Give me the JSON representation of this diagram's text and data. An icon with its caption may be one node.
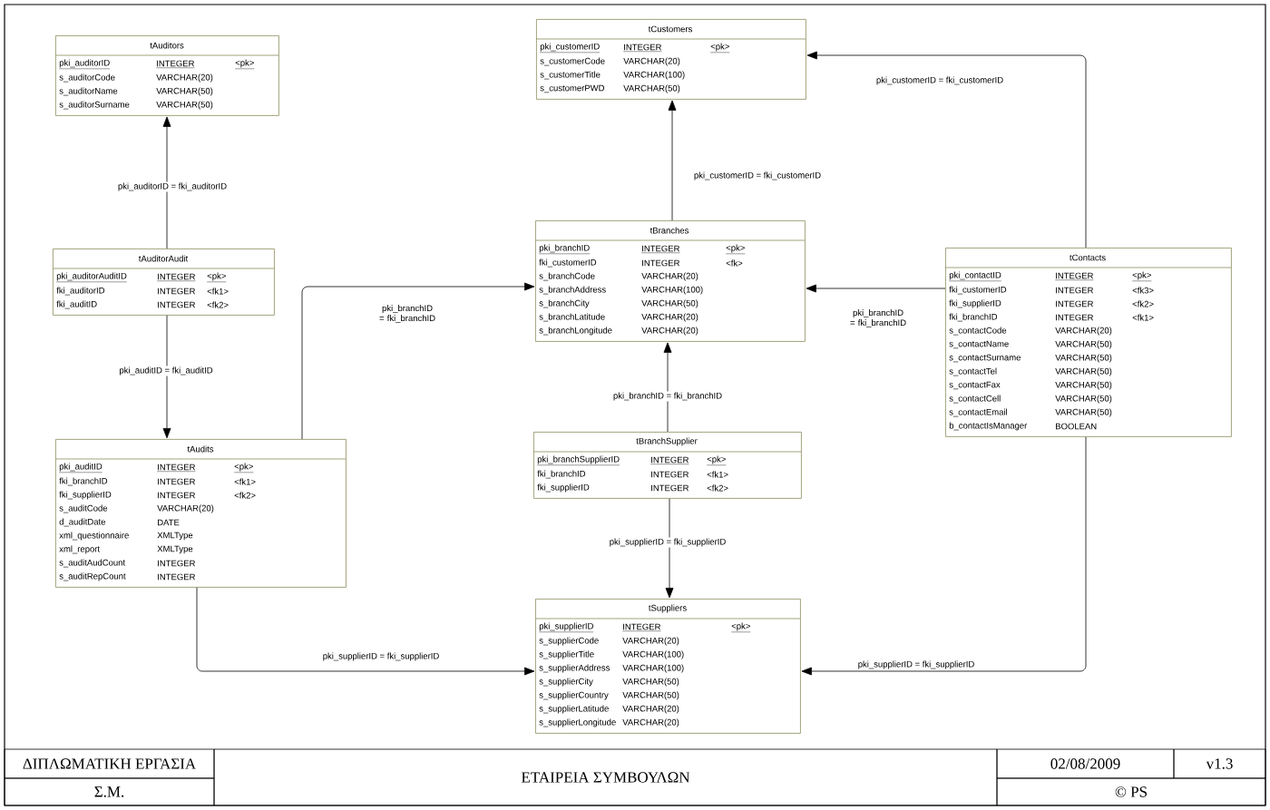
{
  "diagram": {
    "nodes": [
      {
        "text": [
          "tAuditors",
          "pki_auditorID",
          "INTEGER",
          "<pk>",
          "s_auditorCode",
          "VARCHAR(20)",
          "s_auditorName",
          "VARCHAR(50)",
          "s_auditorSurname",
          "VARCHAR(50)"
        ]
      },
      {
        "text": [
          "tCustomers",
          "pki_customerID",
          "INTEGER",
          "<pk>",
          "s_customerCode",
          "VARCHAR(20)",
          "s_customerTitle",
          "VARCHAR(100)",
          "s_customerPWD",
          "VARCHAR(50)"
        ]
      },
      {
        "text": [
          "tAuditorAudit",
          "pki_auditorAuditID",
          "INTEGER",
          "<pk>",
          "fki_auditorID",
          "INTEGER",
          "<fk1>",
          "fki_auditID",
          "INTEGER",
          "<fk2>"
        ]
      },
      {
        "text": [
          "tBranches",
          "pki_branchID",
          "INTEGER",
          "<pk>",
          "fki_customerID",
          "INTEGER",
          "<fk>",
          "s_branchCode",
          "VARCHAR(20)",
          "s_branchAddress",
          "VARCHAR(100)",
          "s_branchCity",
          "VARCHAR(50)",
          "s_branchLatitude",
          "VARCHAR(20)",
          "s_branchLongitude",
          "VARCHAR(20)"
        ]
      },
      {
        "text": [
          "tContacts",
          "pki_contactID",
          "INTEGER",
          "<pk>",
          "fki_customerID",
          "INTEGER",
          "<fk3>",
          "fki_supplierID",
          "INTEGER",
          "<fk2>",
          "fki_branchID",
          "INTEGER",
          "<fk1>",
          "s_contactCode",
          "VARCHAR(20)",
          "s_contactName",
          "VARCHAR(50)",
          "s_contactSurname",
          "VARCHAR(50)",
          "s_contactTel",
          "VARCHAR(50)",
          "s_contactFax",
          "VARCHAR(50)",
          "s_contactCell",
          "VARCHAR(50)",
          "s_contactEmail",
          "VARCHAR(50)",
          "b_contactIsManager",
          "BOOLEAN"
        ]
      },
      {
        "text": [
          "tBranchSupplier",
          "pki_branchSupplierID",
          "INTEGER",
          "<pk>",
          "fki_branchID",
          "INTEGER",
          "<fk1>",
          "fki_supplierID",
          "INTEGER",
          "<fk2>"
        ]
      },
      {
        "text": [
          "tAudits",
          "pki_auditID",
          "INTEGER",
          "<pk>",
          "fki_branchID",
          "INTEGER",
          "<fk1>",
          "fki_supplierID",
          "INTEGER",
          "<fk2>",
          "s_auditCode",
          "VARCHAR(20)",
          "d_auditDate",
          "DATE",
          "xml_questionnaire",
          "XMLType",
          "xml_report",
          "XMLType",
          "s_auditAudCount",
          "INTEGER",
          "s_auditRepCount",
          "INTEGER"
        ]
      },
      {
        "text": [
          "tSuppliers",
          "pki_supplierID",
          "INTEGER",
          "<pk>",
          "s_supplierCode",
          "VARCHAR(20)",
          "s_supplierTitle",
          "VARCHAR(100)",
          "s_supplierAddress",
          "VARCHAR(100)",
          "s_supplierCity",
          "VARCHAR(50)",
          "s_supplierCountry",
          "VARCHAR(50)",
          "s_supplierLatitude",
          "VARCHAR(20)",
          "s_supplierLongitude",
          "VARCHAR(20)"
        ]
      }
    ],
    "edges": [
      {
        "from": 2,
        "to": 0,
        "arrow": "to",
        "label": "pki_auditorID = fki_auditorID"
      },
      {
        "from": 2,
        "to": 6,
        "arrow": "to",
        "label": "pki_auditID = fki_auditID"
      },
      {
        "from": 6,
        "to": 3,
        "arrow": "to",
        "label": "pki_branchID = fki_branchID"
      },
      {
        "from": 3,
        "to": 1,
        "arrow": "to",
        "label": "pki_customerID = fki_customerID"
      },
      {
        "from": 4,
        "to": 1,
        "arrow": "to",
        "label": "pki_customerID = fki_customerID"
      },
      {
        "from": 4,
        "to": 3,
        "arrow": "to",
        "label": "pki_branchID = fki_branchID"
      },
      {
        "from": 5,
        "to": 3,
        "arrow": "to",
        "label": "pki_branchID = fki_branchID"
      },
      {
        "from": 5,
        "to": 7,
        "arrow": "to",
        "label": "pki_supplierID = fki_supplierID"
      },
      {
        "from": 6,
        "to": 7,
        "arrow": "to",
        "label": "pki_supplierID = fki_supplierID"
      },
      {
        "from": 4,
        "to": 7,
        "arrow": "to",
        "label": "pki_supplierID = fki_supplierID"
      }
    ],
    "labels": [
      "ΔΙΠΛΩΜΑΤΙΚΗ ΕΡΓΑΣΙΑ",
      "ΕΤΑΙΡΕΙΑ ΣΥΜΒΟΥΛΩΝ",
      "02/08/2009",
      "v1.3",
      "Σ.Μ.",
      "© PS"
    ]
  }
}
